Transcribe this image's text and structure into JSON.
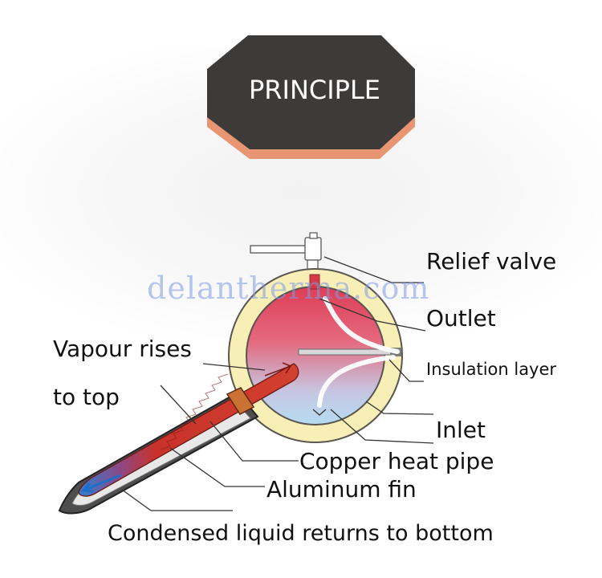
{
  "badge": {
    "title": "PRINCIPLE"
  },
  "watermark": {
    "text": "delantherma.com"
  },
  "labels": {
    "relief_valve": "Relief valve",
    "outlet": "Outlet",
    "insulation_layer": "Insulation layer",
    "inlet": "Inlet",
    "vapour_line1": "Vapour rises",
    "vapour_line2": "to top",
    "copper_heat_pipe": "Copper heat pipe",
    "aluminum_fin": "Aluminum fin",
    "condensed_liquid": "Condensed liquid returns to bottom"
  },
  "colors": {
    "badge_fill": "#3d3a3a",
    "badge_shadow": "#e89573",
    "tank_hot": "#e2495a",
    "tank_cold": "#b9d8f0",
    "insulation": "#f8efb6",
    "insulation_edge": "#5a5550",
    "heat_pipe": "#c43a2a",
    "copper_sleeve": "#c97233",
    "liquid": "#3b8fd8",
    "leader_line": "#333333",
    "watermark": "#7f9ae6"
  }
}
